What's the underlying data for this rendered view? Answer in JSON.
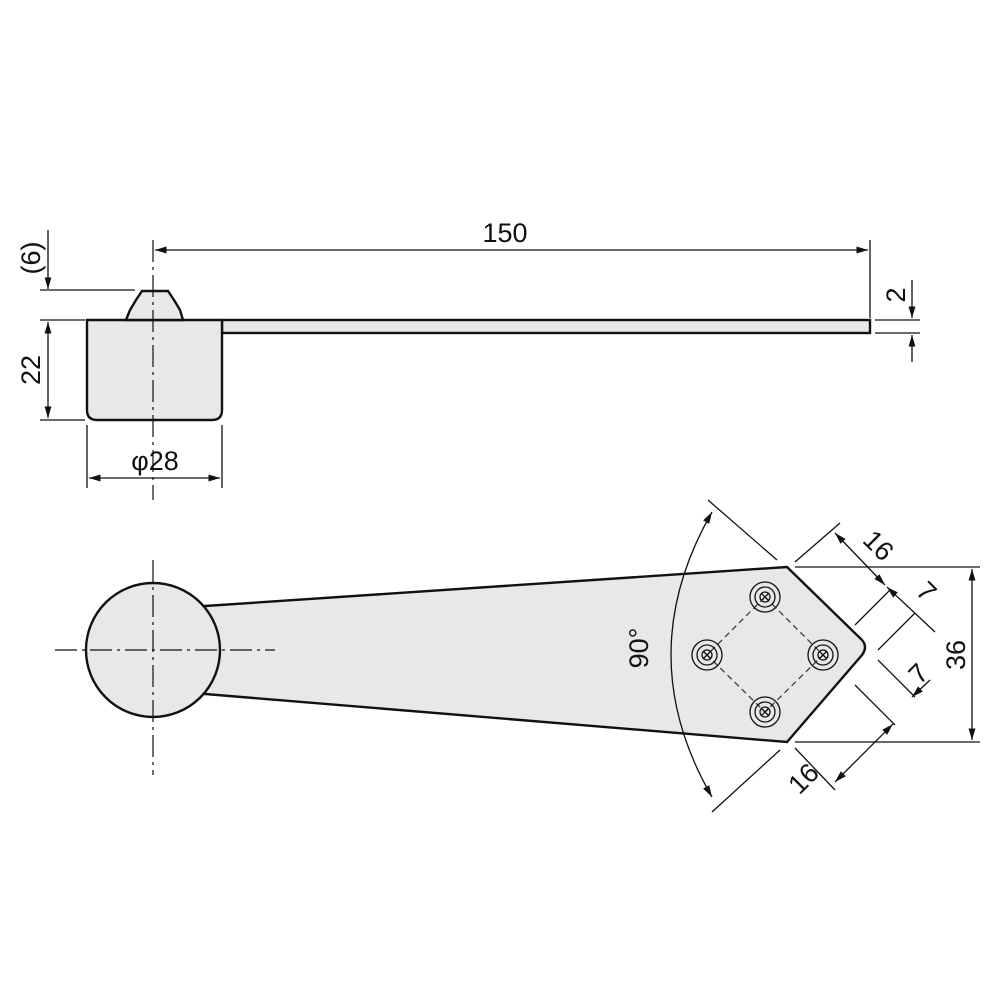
{
  "dimensions": {
    "length": "150",
    "nut_height": "(6)",
    "body_height": "22",
    "diameter": "φ28",
    "thickness": "2",
    "angle": "90°",
    "width": "36",
    "edge_top": "16",
    "edge_bottom": "16",
    "hole_top": "7",
    "hole_bottom": "7"
  },
  "colors": {
    "fill": "#e8e8e8",
    "line": "#111111"
  }
}
